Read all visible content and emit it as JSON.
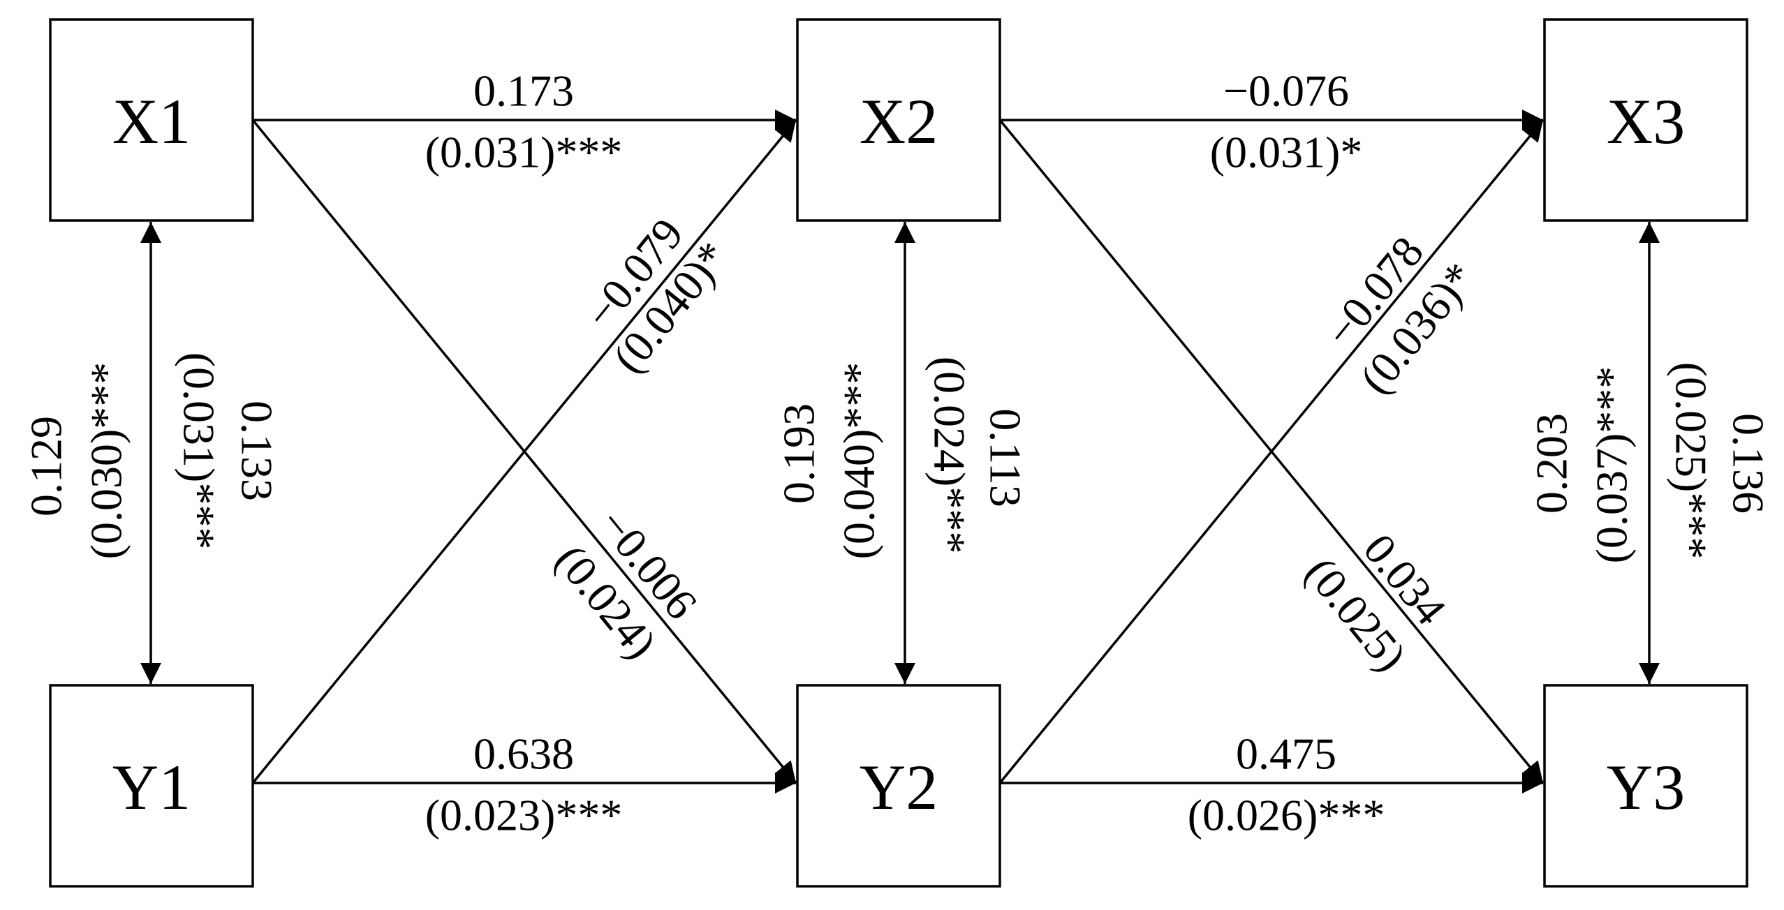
{
  "nodes": {
    "x1": "X1",
    "x2": "X2",
    "x3": "X3",
    "y1": "Y1",
    "y2": "Y2",
    "y3": "Y3"
  },
  "paths": {
    "x1_x2": {
      "estimate": "0.173",
      "se": "(0.031)***"
    },
    "x2_x3": {
      "estimate": "−0.076",
      "se": "(0.031)*"
    },
    "y1_y2": {
      "estimate": "0.638",
      "se": "(0.023)***"
    },
    "y2_y3": {
      "estimate": "0.475",
      "se": "(0.026)***"
    },
    "y1_x2": {
      "estimate": "−0.079",
      "se": "(0.040)*"
    },
    "x1_y2": {
      "estimate": "−0.006",
      "se": "(0.024)"
    },
    "y2_x3": {
      "estimate": "−0.078",
      "se": "(0.036)*"
    },
    "x2_y3": {
      "estimate": "0.034",
      "se": "(0.025)"
    }
  },
  "covariances": {
    "t1": {
      "left_estimate": "0.129",
      "left_se": "(0.030)***",
      "right_estimate": "0.133",
      "right_se": "(0.031)***"
    },
    "t2": {
      "left_estimate": "0.193",
      "left_se": "(0.040)***",
      "right_estimate": "0.113",
      "right_se": "(0.024)***"
    },
    "t3": {
      "left_estimate": "0.203",
      "left_se": "(0.037)***",
      "right_estimate": "0.136",
      "right_se": "(0.025)***"
    }
  }
}
